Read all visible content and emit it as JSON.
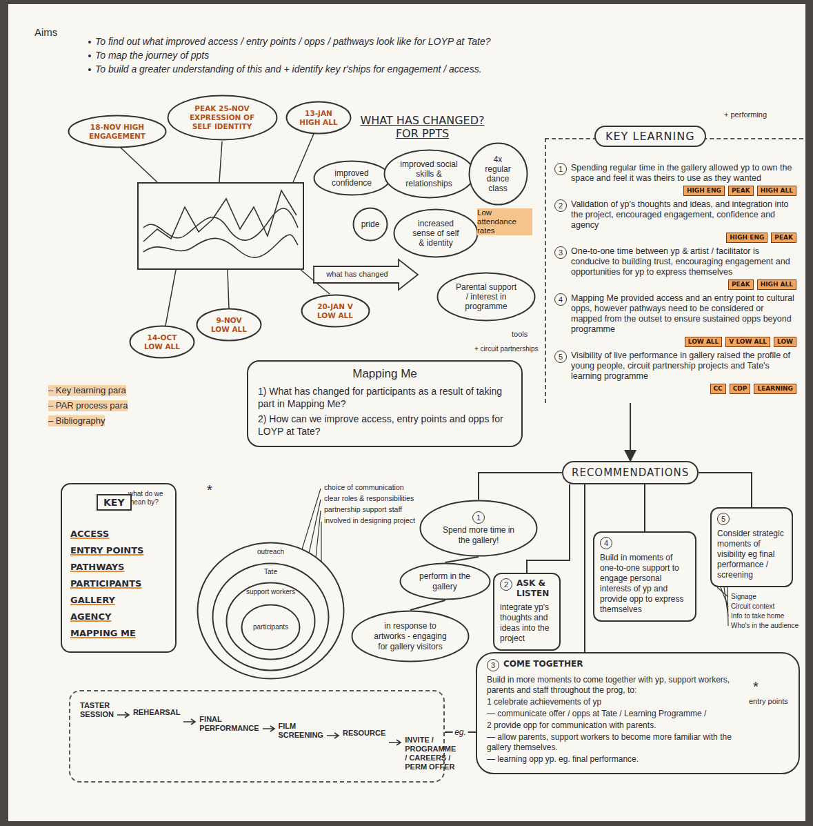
{
  "diagram": {
    "nodes": [
      {
        "text": [
          "18-NOV HIGH ENGAGEMENT"
        ]
      },
      {
        "text": [
          "PEAK 25-NOV EXPRESSION OF SELF IDENTITY"
        ]
      },
      {
        "text": [
          "13-JAN HIGH ALL"
        ]
      },
      {
        "text": [
          "14-OCT LOW ALL"
        ]
      },
      {
        "text": [
          "9-NOV LOW ALL"
        ]
      },
      {
        "text": [
          "20-JAN V LOW ALL"
        ]
      },
      {
        "text": [
          "improved confidence"
        ]
      },
      {
        "text": [
          "improved social skills & relationships"
        ]
      },
      {
        "text": [
          "4x regular dance class"
        ]
      },
      {
        "text": [
          "pride"
        ]
      },
      {
        "text": [
          "increased sense of self & identity"
        ]
      },
      {
        "text": [
          "Parental support / interest in programme"
        ]
      },
      {
        "text": [
          "1",
          "Spending regular time in the gallery allowed yp to own the space and feel it was theirs to use as they wanted",
          "2",
          "Validation of yp's thoughts and ideas, and integration into the project, encouraged engagement, confidence and agency",
          "3",
          "One-to-one time between yp & artist / facilitator is conducive to building trust, encouraging engagement and opportunities for yp to express themselves",
          "4",
          "Mapping Me provided access and an entry point to cultural opps, however pathways need to be considered or mapped from the outset to ensure sustained opps beyond programme",
          "5",
          "Visibility of live performance in gallery raised the profile of young people, circuit partnership projects and Tate's learning programme"
        ]
      },
      {
        "text": [
          "KEY LEARNING"
        ],
        "in": 12
      },
      {
        "text": [
          "HIGH ENG"
        ],
        "in": 12
      },
      {
        "text": [
          "PEAK"
        ],
        "in": 12
      },
      {
        "text": [
          "HIGH ALL"
        ],
        "in": 12
      },
      {
        "text": [
          "HIGH ENG"
        ],
        "in": 12
      },
      {
        "text": [
          "PEAK"
        ],
        "in": 12
      },
      {
        "text": [
          "PEAK"
        ],
        "in": 12
      },
      {
        "text": [
          "HIGH ALL"
        ],
        "in": 12
      },
      {
        "text": [
          "LOW ALL"
        ],
        "in": 12
      },
      {
        "text": [
          "V LOW ALL"
        ],
        "in": 12
      },
      {
        "text": [
          "LOW"
        ],
        "in": 12
      },
      {
        "text": [
          "CC"
        ],
        "in": 12
      },
      {
        "text": [
          "CDP"
        ],
        "in": 12
      },
      {
        "text": [
          "LEARNING"
        ],
        "in": 12
      },
      {
        "text": [
          "Mapping Me",
          "1) What has changed for participants as a result of taking part in Mapping Me?",
          "2) How can we improve access, entry points and opps for LOYP at Tate?"
        ]
      },
      {
        "text": [
          "what do we mean by?",
          "ACCESS",
          "ENTRY POINTS",
          "PATHWAYS",
          "PARTICIPANTS",
          "GALLERY",
          "AGENCY",
          "MAPPING ME"
        ]
      },
      {
        "text": [
          "KEY"
        ],
        "in": 28
      },
      {
        "text": [
          "outreach"
        ]
      },
      {
        "text": [
          "Tate"
        ],
        "in": 30
      },
      {
        "text": [
          "support workers"
        ],
        "in": 31
      },
      {
        "text": [
          "participants"
        ],
        "in": 32
      },
      {
        "text": [
          "RECOMMENDATIONS"
        ]
      },
      {
        "text": [
          "1",
          "Spend more time in the gallery!"
        ]
      },
      {
        "text": [
          "perform in the gallery"
        ]
      },
      {
        "text": [
          "in response to artworks - engaging for gallery visitors"
        ]
      },
      {
        "text": [
          "2",
          "ASK & LISTEN",
          "integrate yp's thoughts and ideas into the project"
        ]
      },
      {
        "text": [
          "4",
          "Build in moments of one-to-one support to engage personal interests of yp and provide opp to express themselves"
        ]
      },
      {
        "text": [
          "5",
          "Consider strategic moments of visibility eg final performance / screening"
        ]
      },
      {
        "text": [
          "3",
          "COME TOGETHER",
          "Build in more moments to come together with yp, support workers, parents and staff throughout the prog, to:",
          "1 celebrate achievements of yp",
          "— communicate offer / opps at Tate / Learning Programme /",
          "2 provide opp for communication with parents.",
          "— allow parents, support workers to become more familiar with the gallery themselves.",
          "— learning opp yp. eg. final performance."
        ]
      },
      {
        "text": [
          "TASTER SESSION",
          "REHEARSAL",
          "FINAL PERFORMANCE",
          "FILM SCREENING",
          "RESOURCE",
          "INVITE / PROGRAMME / CAREERS / PERM OFFER"
        ]
      }
    ],
    "edges": [
      {
        "from": 12,
        "to": 34,
        "arrow": "to"
      },
      {
        "from": 34,
        "to": 35,
        "arrow": "none"
      },
      {
        "from": 34,
        "to": 38,
        "arrow": "none"
      },
      {
        "from": 34,
        "to": 41,
        "arrow": "none"
      },
      {
        "from": 34,
        "to": 39,
        "arrow": "none"
      },
      {
        "from": 34,
        "to": 40,
        "arrow": "none"
      },
      {
        "from": 35,
        "to": 36,
        "arrow": "none"
      },
      {
        "from": 36,
        "to": 37,
        "arrow": "none"
      },
      {
        "from": 42,
        "to": 41,
        "label": "eg.",
        "arrow": "none"
      }
    ],
    "labels": [
      "Aims",
      "To find out what improved access / entry points / opps / pathways look like for LOYP at Tate?",
      "To map the journey of ppts",
      "To build a greater understanding of this and + identify key r'ships for engagement / access.",
      "WHAT HAS CHANGED? FOR PPTS",
      "what has changed",
      "Low attendance rates",
      "+ performing",
      "tools",
      "+ circuit partnerships",
      "– Key learning para",
      "– PAR process para",
      "– Bibliography",
      "*",
      "choice of communication",
      "clear roles & responsibilities",
      "partnership support staff",
      "involved in designing project",
      "Signage",
      "Circuit context",
      "Info to take home",
      "Who's in the audience",
      "entry points",
      "*"
    ]
  }
}
